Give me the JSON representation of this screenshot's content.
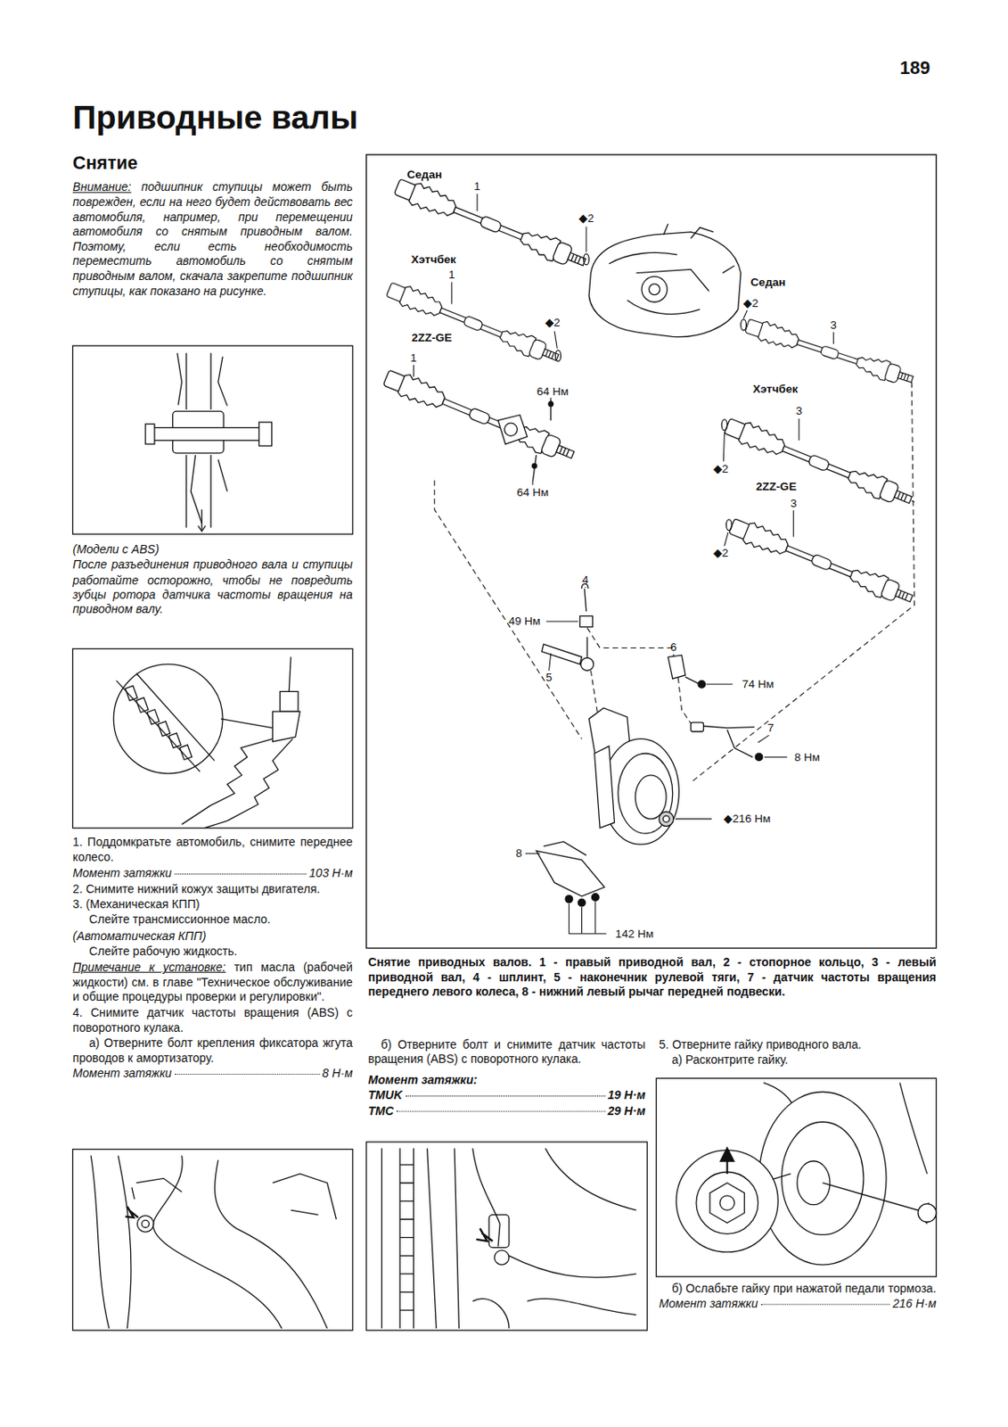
{
  "diagram": {
    "title": "Приводные валы",
    "caption": "Снятие приводных валов. 1 - правый приводной вал, 2 - стопорное кольцо, 3 - левый приводной вал, 4 - шплинт, 5 - наконечник рулевой тяги, 7 - датчик частоты вращения переднего левого колеса, 8 - нижний левый рычаг передней подвески.",
    "labels": [
      "189",
      "Снятие",
      "Внимание:",
      "подшипник ступицы может быть поврежден, если на него будет действовать вес автомобиля, например, при перемещении автомобиля со снятым приводным валом. Поэтому, если есть необходимость переместить автомобиль со снятым приводным валом, скачала закрепите подшипник ступицы, как показано на рисунке.",
      "(Модели с ABS)",
      "После разъединения приводного вала и ступицы работайте осторожно, чтобы не повредить зубцы ротора датчика частоты вращения на приводном валу.",
      "1. Поддомкратьте автомобиль, снимите переднее колесо.",
      "Момент затяжки",
      "103 Н·м",
      "2. Снимите нижний кожух защиты двигателя.",
      "3. (Механическая КПП)",
      "Слейте трансмиссионное масло.",
      "(Автоматическая КПП)",
      "Слейте рабочую жидкость.",
      "Примечание к установке:",
      "тип масла (рабочей жидкости) см. в главе \"Техническое обслуживание и общие процедуры проверки и регулировки\".",
      "4. Снимите датчик частоты вращения (ABS) с поворотного кулака.",
      "а) Отверните болт крепления фиксатора жгута проводов к амортизатору.",
      "Момент затяжки",
      "8 Н·м",
      "б) Отверните болт и снимите датчик частоты вращения (ABS) с поворотного кулака.",
      "Момент затяжки:",
      "TMUK",
      "19 Н·м",
      "TMC",
      "29 Н·м",
      "5. Отверните гайку приводного вала.",
      "а) Расконтрите гайку.",
      "б) Ослабьте гайку при нажатой педали тормоза.",
      "Момент затяжки",
      "216 Н·м",
      "Седан",
      "1",
      "◆2",
      "Хэтчбек",
      "1",
      "◆2",
      "2ZZ-GE",
      "1",
      "64 Нм",
      "64 Нм",
      "Седан",
      "◆2",
      "3",
      "Хэтчбек",
      "3",
      "◆2",
      "2ZZ-GE",
      "3",
      "◆2",
      "4",
      "49 Нм",
      "5",
      "6",
      "74 Нм",
      "7",
      "8 Нм",
      "◆216 Нм",
      "8",
      "142 Нм"
    ]
  }
}
